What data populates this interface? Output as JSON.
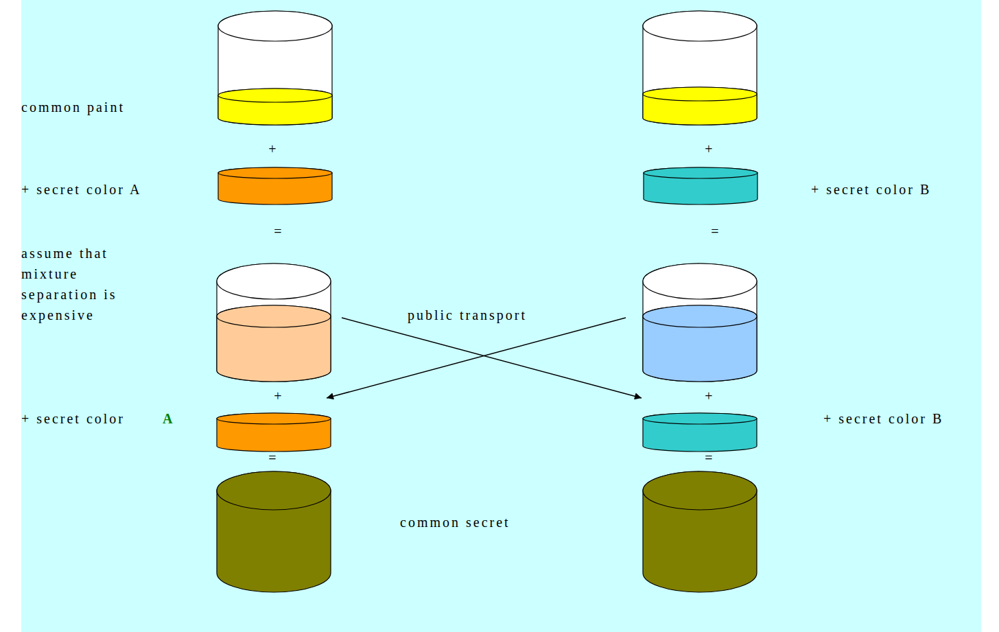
{
  "diagram": {
    "labels": [
      "common paint",
      "+",
      "+",
      "+ secret color  A",
      "+ secret color B",
      "=",
      "=",
      "assume that mixture separation is expensive",
      "public transport",
      "+",
      "+",
      "+ secret color",
      "A",
      "+ secret color B",
      "=",
      "=",
      "common secret"
    ]
  }
}
